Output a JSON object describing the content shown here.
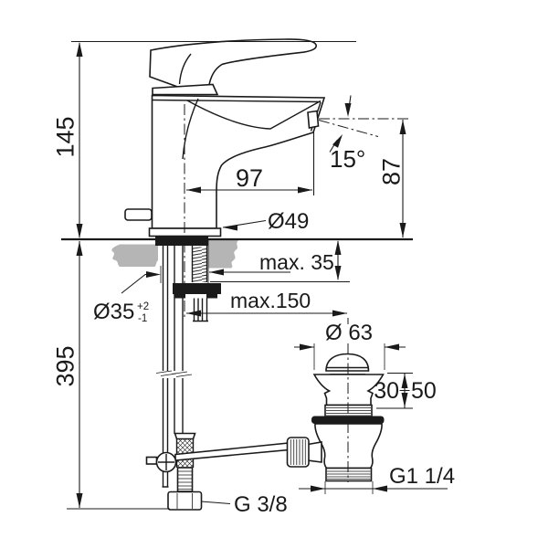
{
  "drawing_type": "faucet-installation-technical-drawing",
  "colors": {
    "line": "#1a1a1a",
    "deck_fill": "#b5b5b5",
    "background": "#ffffff"
  },
  "labels": {
    "height_above_deck": "145",
    "depth_below_deck": "395",
    "spout_reach": "97",
    "spout_outlet_height": "87",
    "spout_angle": "15°",
    "body_diameter": "Ø49",
    "hole_diameter": "Ø35",
    "hole_tol_plus": "+2",
    "hole_tol_minus": "-1",
    "max_deck_thickness": "max. 35",
    "max_rod_length": "max.150",
    "waste_flange_diameter": "Ø 63",
    "waste_range_min": "30",
    "waste_range_max": "50",
    "waste_outlet_thread": "G1 1/4",
    "supply_hose_thread": "G 3/8"
  }
}
